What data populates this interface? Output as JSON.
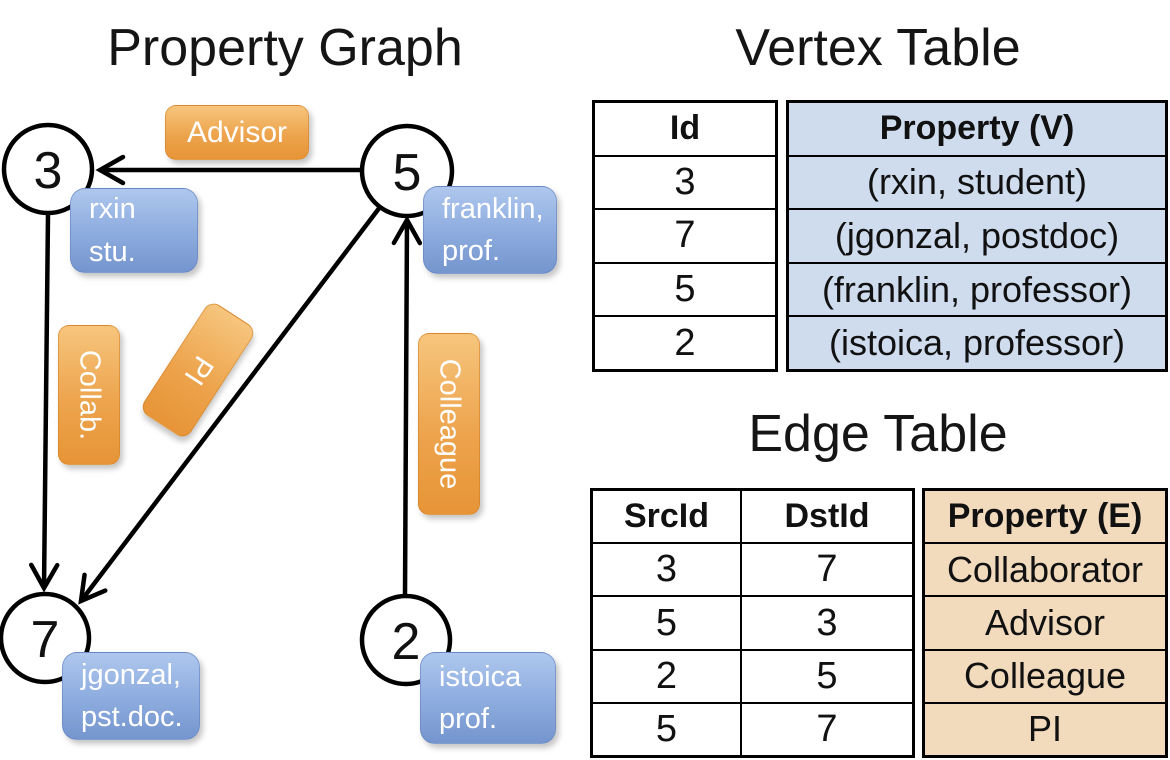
{
  "titles": {
    "property_graph": "Property Graph",
    "vertex_table": "Vertex Table",
    "edge_table": "Edge Table"
  },
  "graph": {
    "nodes": {
      "n3": {
        "id": "3"
      },
      "n5": {
        "id": "5"
      },
      "n7": {
        "id": "7"
      },
      "n2": {
        "id": "2"
      }
    },
    "vertex_labels": {
      "v3": {
        "line1": "rxin",
        "line2": "stu."
      },
      "v5": {
        "line1": "franklin,",
        "line2": "prof."
      },
      "v7": {
        "line1": "jgonzal,",
        "line2": "pst.doc."
      },
      "v2": {
        "line1": "istoica",
        "line2": "prof."
      }
    },
    "edge_labels": {
      "advisor": "Advisor",
      "collab": "Collab.",
      "pi": "PI",
      "colleague": "Colleague"
    }
  },
  "vertex_table": {
    "headers": {
      "id": "Id",
      "property": "Property (V)"
    },
    "rows": [
      {
        "id": "3",
        "property": "(rxin, student)"
      },
      {
        "id": "7",
        "property": "(jgonzal, postdoc)"
      },
      {
        "id": "5",
        "property": "(franklin, professor)"
      },
      {
        "id": "2",
        "property": "(istoica, professor)"
      }
    ]
  },
  "edge_table": {
    "headers": {
      "src": "SrcId",
      "dst": "DstId",
      "property": "Property (E)"
    },
    "rows": [
      {
        "src": "3",
        "dst": "7",
        "property": "Collaborator"
      },
      {
        "src": "5",
        "dst": "3",
        "property": "Advisor"
      },
      {
        "src": "2",
        "dst": "5",
        "property": "Colleague"
      },
      {
        "src": "5",
        "dst": "7",
        "property": "PI"
      }
    ]
  },
  "colors": {
    "vertex_property_bg": "#cfdcee",
    "edge_property_bg": "#f2dabd",
    "vertex_box_top": "#aec7ed",
    "vertex_box_bottom": "#7495ce",
    "edge_box_top": "#f6c57d",
    "edge_box_bottom": "#e79437",
    "line_color": "#000000"
  }
}
